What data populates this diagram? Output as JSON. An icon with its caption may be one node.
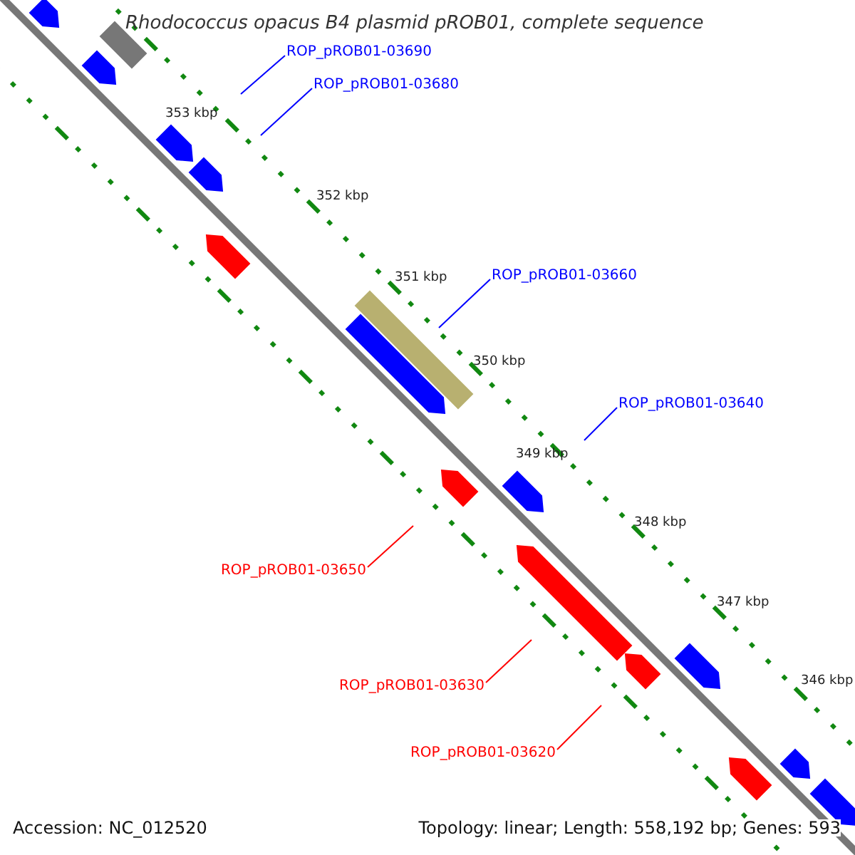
{
  "diagram": {
    "title": "Rhodococcus opacus B4 plasmid pROB01, complete sequence",
    "nodes": [
      {
        "text": [
          "ROP_pROB01-03690"
        ]
      },
      {
        "text": [
          "ROP_pROB01-03680"
        ]
      },
      {
        "text": [
          "ROP_pROB01-03660"
        ]
      },
      {
        "text": [
          "ROP_pROB01-03640"
        ]
      },
      {
        "text": [
          "ROP_pROB01-03650"
        ]
      },
      {
        "text": [
          "ROP_pROB01-03630"
        ]
      },
      {
        "text": [
          "ROP_pROB01-03620"
        ]
      }
    ],
    "edges": [
      {
        "from": 0,
        "to": null,
        "arrow": "none",
        "color": "#0000ff"
      },
      {
        "from": 1,
        "to": null,
        "arrow": "none",
        "color": "#0000ff"
      },
      {
        "from": 2,
        "to": null,
        "arrow": "none",
        "color": "#0000ff"
      },
      {
        "from": 3,
        "to": null,
        "arrow": "none",
        "color": "#0000ff"
      },
      {
        "from": 4,
        "to": null,
        "arrow": "none",
        "color": "#ff0000"
      },
      {
        "from": 5,
        "to": null,
        "arrow": "none",
        "color": "#ff0000"
      },
      {
        "from": 6,
        "to": null,
        "arrow": "none",
        "color": "#ff0000"
      }
    ],
    "labels": [
      "353 kbp",
      "352 kbp",
      "351 kbp",
      "350 kbp",
      "349 kbp",
      "348 kbp",
      "347 kbp",
      "346 kbp",
      "Accession: NC_012520",
      "Topology: linear; Length: 558,192 bp; Genes: 593"
    ]
  }
}
